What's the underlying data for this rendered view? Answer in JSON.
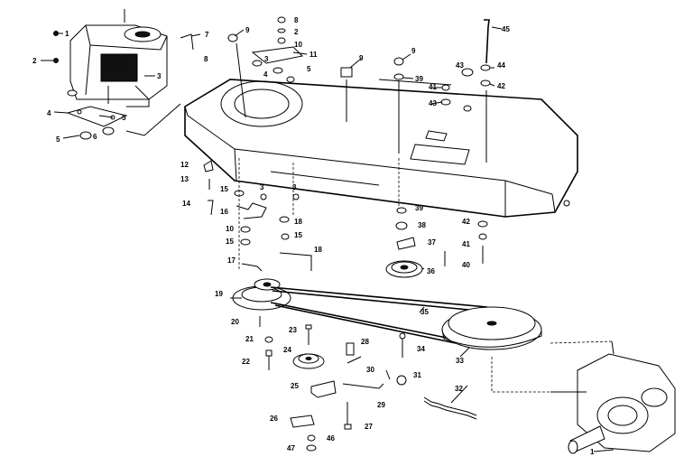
{
  "callouts": [
    {
      "id": "c1",
      "text": "1"
    },
    {
      "id": "c2",
      "text": "2"
    },
    {
      "id": "c3",
      "text": "3"
    },
    {
      "id": "c4",
      "text": "4"
    },
    {
      "id": "c5a",
      "text": "5"
    },
    {
      "id": "c5b",
      "text": "5"
    },
    {
      "id": "c6",
      "text": "6"
    },
    {
      "id": "c7",
      "text": "7"
    },
    {
      "id": "c8a",
      "text": "8"
    },
    {
      "id": "c9a",
      "text": "9"
    },
    {
      "id": "c8b",
      "text": "8"
    },
    {
      "id": "c2b",
      "text": "2"
    },
    {
      "id": "c10",
      "text": "10"
    },
    {
      "id": "c3b",
      "text": "3"
    },
    {
      "id": "c11",
      "text": "11"
    },
    {
      "id": "c4b",
      "text": "4"
    },
    {
      "id": "c5c",
      "text": "5"
    },
    {
      "id": "c9b",
      "text": "9"
    },
    {
      "id": "c9c",
      "text": "9"
    },
    {
      "id": "c39a",
      "text": "39"
    },
    {
      "id": "c45",
      "text": "45"
    },
    {
      "id": "c43a",
      "text": "43"
    },
    {
      "id": "c44",
      "text": "44"
    },
    {
      "id": "c41a",
      "text": "41"
    },
    {
      "id": "c42a",
      "text": "42"
    },
    {
      "id": "c43b",
      "text": "43"
    },
    {
      "id": "c5d",
      "text": "5"
    },
    {
      "id": "c6b",
      "text": "6"
    },
    {
      "id": "c12",
      "text": "12"
    },
    {
      "id": "c13",
      "text": "13"
    },
    {
      "id": "c14",
      "text": "14"
    },
    {
      "id": "c15a",
      "text": "15"
    },
    {
      "id": "c16",
      "text": "16"
    },
    {
      "id": "c3c",
      "text": "3"
    },
    {
      "id": "c3d",
      "text": "3"
    },
    {
      "id": "c18a",
      "text": "18"
    },
    {
      "id": "c10b",
      "text": "10"
    },
    {
      "id": "c15b",
      "text": "15"
    },
    {
      "id": "c15c",
      "text": "15"
    },
    {
      "id": "c18b",
      "text": "18"
    },
    {
      "id": "c17",
      "text": "17"
    },
    {
      "id": "c39b",
      "text": "39"
    },
    {
      "id": "c38",
      "text": "38"
    },
    {
      "id": "c37",
      "text": "37"
    },
    {
      "id": "c42b",
      "text": "42"
    },
    {
      "id": "c41b",
      "text": "41"
    },
    {
      "id": "c40",
      "text": "40"
    },
    {
      "id": "c36",
      "text": "36"
    },
    {
      "id": "c19",
      "text": "19"
    },
    {
      "id": "c20",
      "text": "20"
    },
    {
      "id": "c35",
      "text": "35"
    },
    {
      "id": "c21",
      "text": "21"
    },
    {
      "id": "c23",
      "text": "23"
    },
    {
      "id": "c24",
      "text": "24"
    },
    {
      "id": "c28",
      "text": "28"
    },
    {
      "id": "c34",
      "text": "34"
    },
    {
      "id": "c22",
      "text": "22"
    },
    {
      "id": "c33",
      "text": "33"
    },
    {
      "id": "c30",
      "text": "30"
    },
    {
      "id": "c31",
      "text": "31"
    },
    {
      "id": "c25",
      "text": "25"
    },
    {
      "id": "c29",
      "text": "29"
    },
    {
      "id": "c32",
      "text": "32"
    },
    {
      "id": "c26",
      "text": "26"
    },
    {
      "id": "c27",
      "text": "27"
    },
    {
      "id": "c46",
      "text": "46"
    },
    {
      "id": "c47",
      "text": "47"
    },
    {
      "id": "c1b",
      "text": "1"
    }
  ]
}
